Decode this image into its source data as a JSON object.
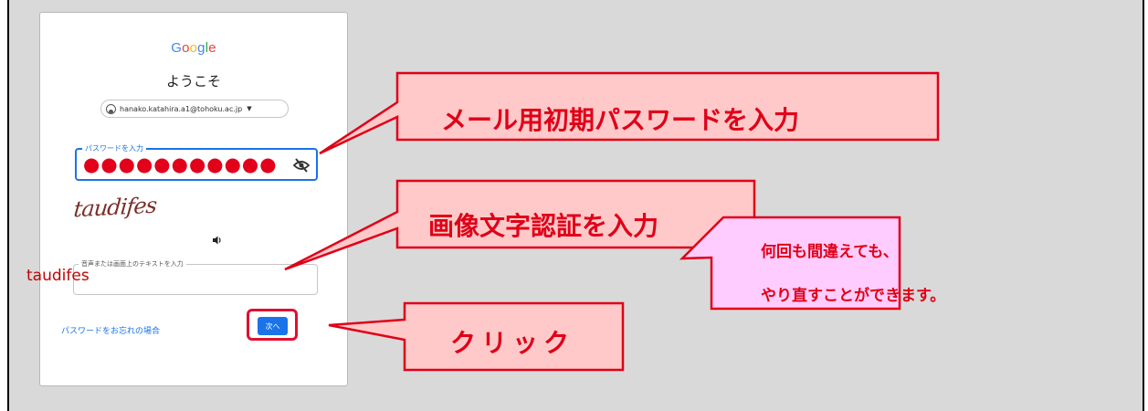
{
  "login": {
    "logo": [
      "G",
      "o",
      "o",
      "g",
      "l",
      "e"
    ],
    "logo_colors": [
      "#4285F4",
      "#EA4335",
      "#FBBC05",
      "#4285F4",
      "#34A853",
      "#EA4335"
    ],
    "welcome": "ようこそ",
    "account_email": "hanako.katahira.a1@tohoku.ac.jp",
    "password_label": "パスワードを入力",
    "password_mask": "●●●●●●●●●●●",
    "captcha_image_text": "taudifes",
    "captcha_field_label": "音声または画面上のテキストを入力",
    "captcha_value": "taudifes",
    "forgot_password": "パスワードをお忘れの場合",
    "next_button": "次へ"
  },
  "callouts": {
    "password": "メール用初期パスワードを入力",
    "captcha": "画像文字認証を入力",
    "click": "クリック",
    "note_line1": "何回も間違えても、",
    "note_line2": "やり直すことができます。"
  },
  "colors": {
    "callout_fill": "#ffc9c9",
    "callout_border": "#e00018",
    "note_fill": "#ffccff",
    "accent_blue": "#1a73e8"
  }
}
